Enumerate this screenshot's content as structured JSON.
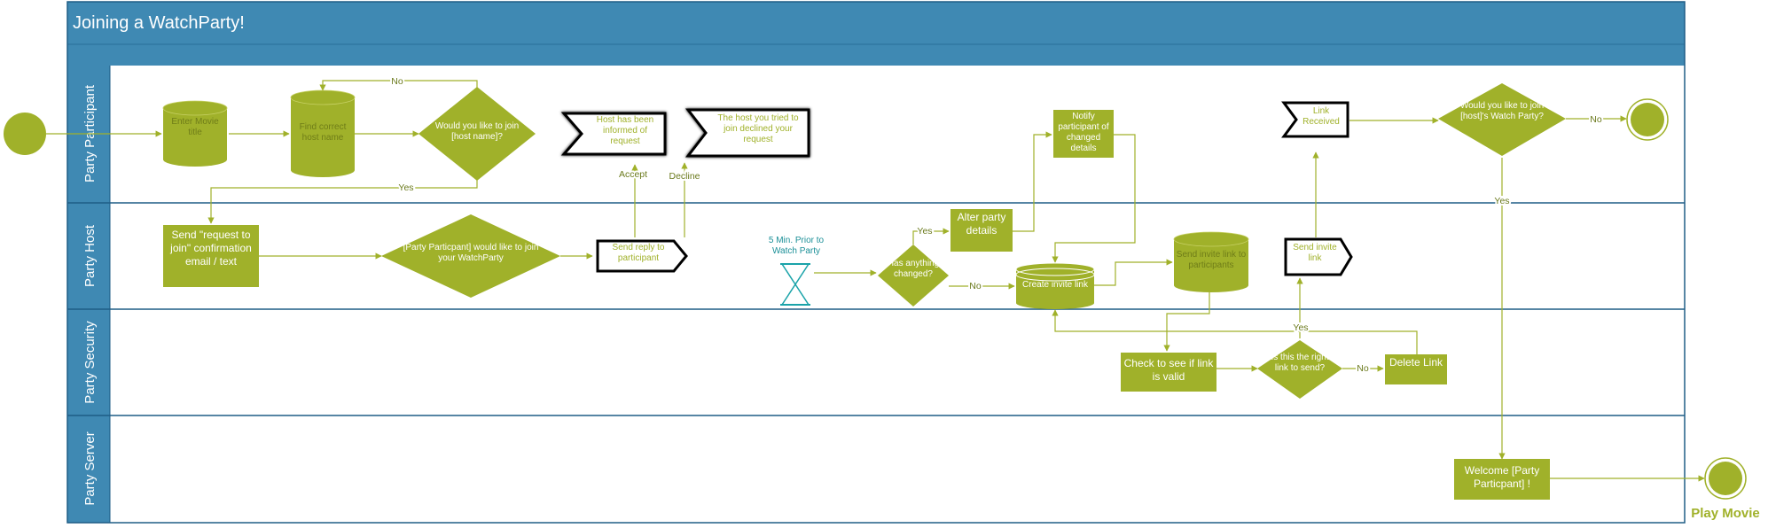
{
  "title": "Joining a WatchParty!",
  "lanes": [
    "Party Participant",
    "Party Host",
    "Party Security",
    "Party Server"
  ],
  "colors": {
    "header": "#3f89b3",
    "lane_border": "#1f5d86",
    "accent": "#a0b12a",
    "accent_text": "#ffffff",
    "connector": "#a0b12a",
    "hourglass": "#1aa3a9",
    "hourglass_label": "#1a8f97",
    "banner_border": "#000000"
  },
  "nodes": {
    "enter_movie_title": "Enter Movie title",
    "find_host_name": "Find correct host name",
    "would_you_like_join": "Would you like to join [host name]?",
    "host_informed": "Host has been informed of request",
    "host_declined": "The host you tried to join declined your request",
    "send_request_email": "Send \"request to join\" confirmation email / text",
    "participant_would_like": "[Party Particpant] would like to join your WatchParty",
    "send_reply": "Send reply to participant",
    "five_min_prior": "5 Min. Prior to Watch Party",
    "has_anything_changed": "Has anything changed?",
    "alter_party_details": "Alter party details",
    "notify_participant": "Notify participant of changed details",
    "create_invite_link": "Create invite link",
    "send_invite_participants": "Send invite link to participants",
    "link_received": "Link Received",
    "send_invite_link": "Send invite link",
    "would_you_like_join_host": "Would you like to join [host]'s Watch Party?",
    "check_link_valid": "Check to see if link is valid",
    "is_right_link": "Is this the right link to send?",
    "delete_link": "Delete Link",
    "welcome_participant": "Welcome [Party Particpant] !",
    "play_movie": "Play Movie"
  },
  "edge_labels": {
    "no_top": "No",
    "yes_left": "Yes",
    "accept": "Accept",
    "decline": "Decline",
    "yes_alter": "Yes",
    "no_changed": "No",
    "no_join": "No",
    "yes_join": "Yes",
    "yes_security": "Yes",
    "no_delete": "No"
  }
}
